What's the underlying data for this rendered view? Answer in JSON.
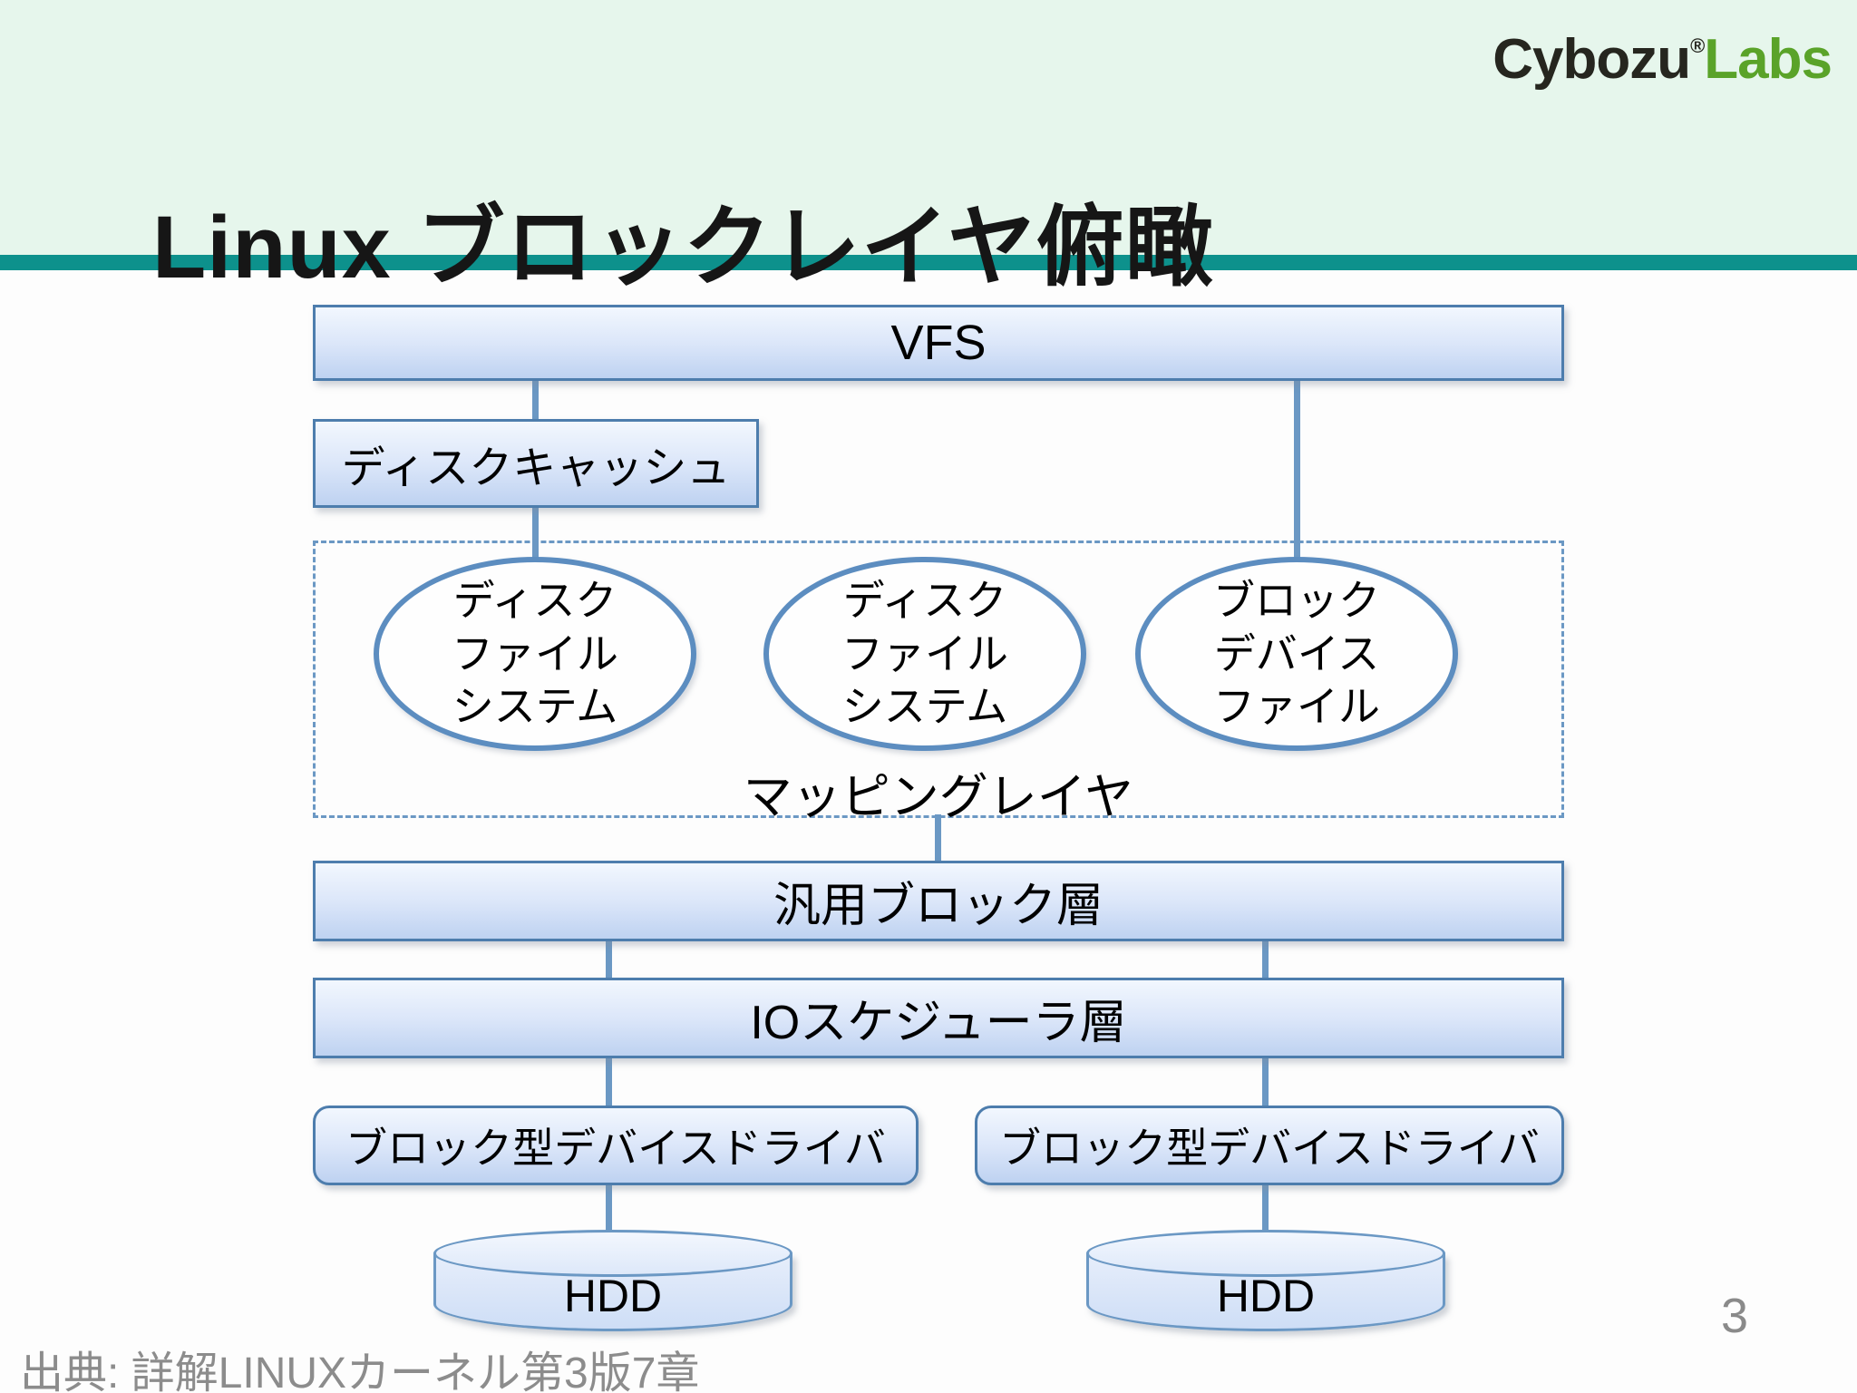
{
  "header": {
    "title": "Linux ブロックレイヤ俯瞰",
    "logo_cybozu": "Cybozu",
    "logo_reg": "®",
    "logo_labs": "Labs"
  },
  "diagram": {
    "vfs_label": "VFS",
    "disk_cache_label": "ディスクキャッシュ",
    "ellipse1": "ディスク\nファイル\nシステム",
    "ellipse2": "ディスク\nファイル\nシステム",
    "ellipse3": "ブロック\nデバイス\nファイル",
    "mapping_layer_label": "マッピングレイヤ",
    "generic_block_label": "汎用ブロック層",
    "io_scheduler_label": "IOスケジューラ層",
    "driver_left_label": "ブロック型デバイスドライバ",
    "driver_right_label": "ブロック型デバイスドライバ",
    "hdd_left_label": "HDD",
    "hdd_right_label": "HDD"
  },
  "footer": {
    "source": "出典: 詳解LINUXカーネル第3版7章",
    "page_number": "3"
  },
  "colors": {
    "header_bg": "#e6f6ec",
    "accent_teal": "#0d918c",
    "logo_green": "#5aa329",
    "box_border": "#4d7dad",
    "connector": "#6b98c4",
    "ellipse_border": "#5c8dc0"
  }
}
